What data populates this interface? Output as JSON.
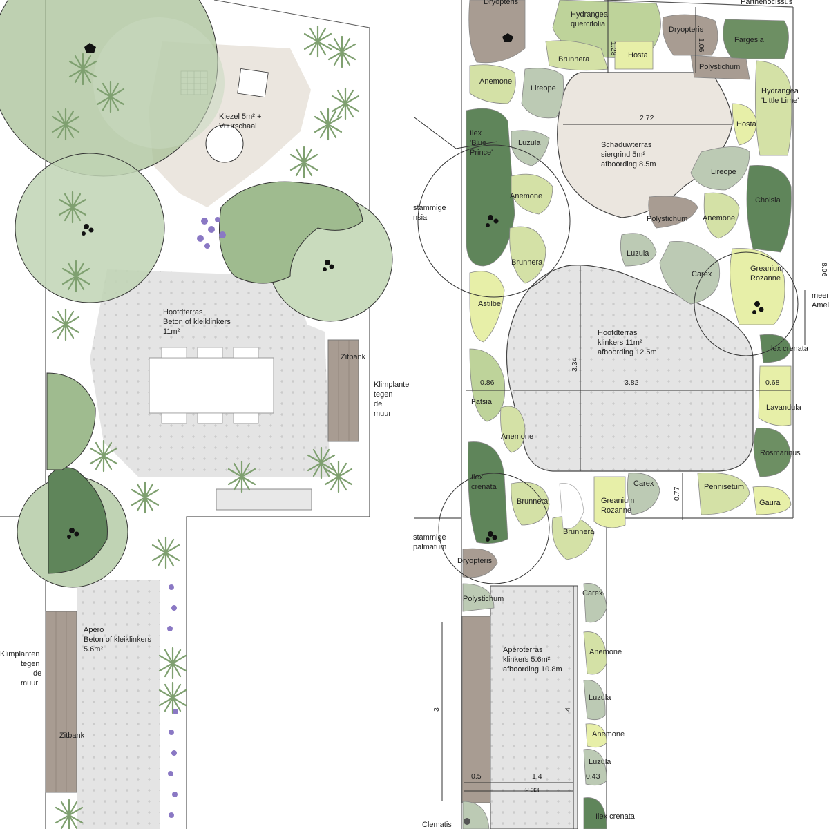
{
  "colors": {
    "tree_light": "#c9d9bf",
    "tree_mid": "#9fbb8f",
    "tree_dark": "#5f855a",
    "paving": "#e2e2e2",
    "gravel": "#ebe6df",
    "bench": "#a89c92",
    "lavender": "#8a78c4",
    "outline": "#444444"
  },
  "concept": {
    "kiezel": [
      "Kiezel 5m² +",
      "Vuurschaal"
    ],
    "hoofdterras": [
      "Hoofdterras",
      "Beton of kleiklinkers",
      "11m²"
    ],
    "zitbank_top": "Zitbank",
    "klimplante": [
      "Klimplante",
      "tegen",
      "de",
      "muur"
    ],
    "apero": [
      "Apéro",
      "Beton of kleiklinkers",
      "5.6m²"
    ],
    "klimplanten_left": [
      "Klimplanten",
      "tegen",
      "de",
      "muur"
    ],
    "zitbank_bottom": "Zitbank"
  },
  "planting": {
    "top_right_label": "Parthenocissus",
    "schaduwterras": [
      "Schaduwterras",
      "siergrind 5m²",
      "afboording 8.5m"
    ],
    "hoofdterras": [
      "Hoofdterras",
      "klinkers 11m²",
      "afboording 12.5m"
    ],
    "aperoterras": [
      "Apéroterras",
      "klinkers 5.6m²",
      "afboording 10.8m"
    ],
    "side_labels": [
      "stammige",
      "nsia",
      "stammige",
      "palmatum",
      "meer",
      "Amel",
      "Clematis"
    ],
    "plants": [
      {
        "id": "dryopteris1",
        "text": [
          "Dryopteris"
        ]
      },
      {
        "id": "hydrangea_q",
        "text": [
          "Hydrangea",
          "quercifolia"
        ]
      },
      {
        "id": "dryopteris2",
        "text": [
          "Dryopteris"
        ]
      },
      {
        "id": "fargesia",
        "text": [
          "Fargesia"
        ]
      },
      {
        "id": "brunnera1",
        "text": [
          "Brunnera"
        ]
      },
      {
        "id": "hosta1",
        "text": [
          "Hosta"
        ]
      },
      {
        "id": "polystichum1",
        "text": [
          "Polystichum"
        ]
      },
      {
        "id": "anemone1",
        "text": [
          "Anemone"
        ]
      },
      {
        "id": "lireope1",
        "text": [
          "Lireope"
        ]
      },
      {
        "id": "hydrangea_ll",
        "text": [
          "Hydrangea",
          "'Little Lime'"
        ]
      },
      {
        "id": "hosta2",
        "text": [
          "Hosta"
        ]
      },
      {
        "id": "ilex_bp",
        "text": [
          "Ilex",
          "'Blue",
          "Prince'"
        ]
      },
      {
        "id": "luzula1",
        "text": [
          "Luzula"
        ]
      },
      {
        "id": "lireope2",
        "text": [
          "Lireope"
        ]
      },
      {
        "id": "anemone2",
        "text": [
          "Anemone"
        ]
      },
      {
        "id": "choisia",
        "text": [
          "Choisia"
        ]
      },
      {
        "id": "polystichum2",
        "text": [
          "Polystichum"
        ]
      },
      {
        "id": "anemone3",
        "text": [
          "Anemone"
        ]
      },
      {
        "id": "luzula2",
        "text": [
          "Luzula"
        ]
      },
      {
        "id": "brunnera2",
        "text": [
          "Brunnera"
        ]
      },
      {
        "id": "carex1",
        "text": [
          "Carex"
        ]
      },
      {
        "id": "geranium1",
        "text": [
          "Greanium",
          "Rozanne"
        ]
      },
      {
        "id": "astilbe",
        "text": [
          "Astilbe"
        ]
      },
      {
        "id": "ilex_crenata1",
        "text": [
          "Ilex crenata"
        ]
      },
      {
        "id": "fatsia",
        "text": [
          "Fatsia"
        ]
      },
      {
        "id": "lavandula",
        "text": [
          "Lavandula"
        ]
      },
      {
        "id": "anemone4",
        "text": [
          "Anemone"
        ]
      },
      {
        "id": "rosmarinus",
        "text": [
          "Rosmarinus"
        ]
      },
      {
        "id": "ilex_crenata2",
        "text": [
          "Ilex",
          "crenata"
        ]
      },
      {
        "id": "brunnera3",
        "text": [
          "Brunnera"
        ]
      },
      {
        "id": "carex2",
        "text": [
          "Carex"
        ]
      },
      {
        "id": "pennisetum",
        "text": [
          "Pennisetum"
        ]
      },
      {
        "id": "geranium2",
        "text": [
          "Greanium",
          "Rozanne"
        ]
      },
      {
        "id": "gaura",
        "text": [
          "Gaura"
        ]
      },
      {
        "id": "brunnera4",
        "text": [
          "Brunnera"
        ]
      },
      {
        "id": "dryopteris3",
        "text": [
          "Dryopteris"
        ]
      },
      {
        "id": "polystichum3",
        "text": [
          "Polystichum"
        ]
      },
      {
        "id": "carex3",
        "text": [
          "Carex"
        ]
      },
      {
        "id": "anemone5",
        "text": [
          "Anemone"
        ]
      },
      {
        "id": "luzula3",
        "text": [
          "Luzula"
        ]
      },
      {
        "id": "anemone6",
        "text": [
          "Anemone"
        ]
      },
      {
        "id": "luzula4",
        "text": [
          "Luzula"
        ]
      },
      {
        "id": "ilex_crenata3",
        "text": [
          "Ilex crenata"
        ]
      }
    ],
    "dimensions": {
      "d_128": "1.28",
      "d_106": "1.06",
      "d_272": "2.72",
      "d_334": "3.34",
      "d_382": "3.82",
      "d_086": "0.86",
      "d_068": "0.68",
      "d_077": "0.77",
      "d_806": "8.06",
      "d_3": "3",
      "d_4": "4",
      "d_05": "0.5",
      "d_14": "1.4",
      "d_043": "0.43",
      "d_233": "2.33"
    }
  }
}
